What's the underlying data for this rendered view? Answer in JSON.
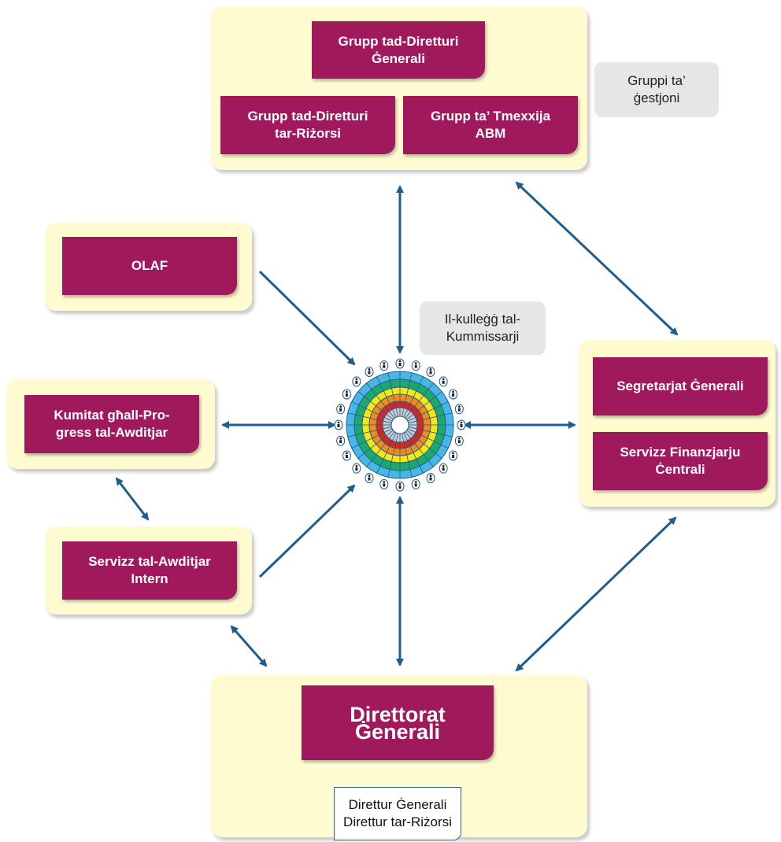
{
  "management_group": {
    "label": "Gruppi ta’\nġestjoni",
    "boxes": {
      "dg_group": "Grupp tad-Diretturi\nĠenerali",
      "resource_directors_group": "Grupp tad-Diretturi\ntar-Riżorsi",
      "abm_group": "Grupp ta’ Tmexxija\nABM"
    }
  },
  "college": {
    "label": "Il-kulleġġ tal-\nKummissarji"
  },
  "olaf": {
    "label": "OLAF"
  },
  "audit_committee": {
    "label": "Kumitat għall-Pro-\ngress tal-Awditjar"
  },
  "internal_audit": {
    "label": "Servizz tal-Awditjar\nIntern"
  },
  "central_services": {
    "secretariat": "Segretarjat Ġenerali",
    "financial_service": "Servizz Finanzjarju\nĊentrali"
  },
  "directorate_general": {
    "title": "Direttorat Ġenerali",
    "officials": "Direttur Ġenerali\nDirettur tar-Riżorsi"
  },
  "colors": {
    "box": "#a0195d",
    "panel": "#fdfbcf",
    "arrow": "#1f5d8c",
    "label_bg": "#e6e6e6"
  }
}
